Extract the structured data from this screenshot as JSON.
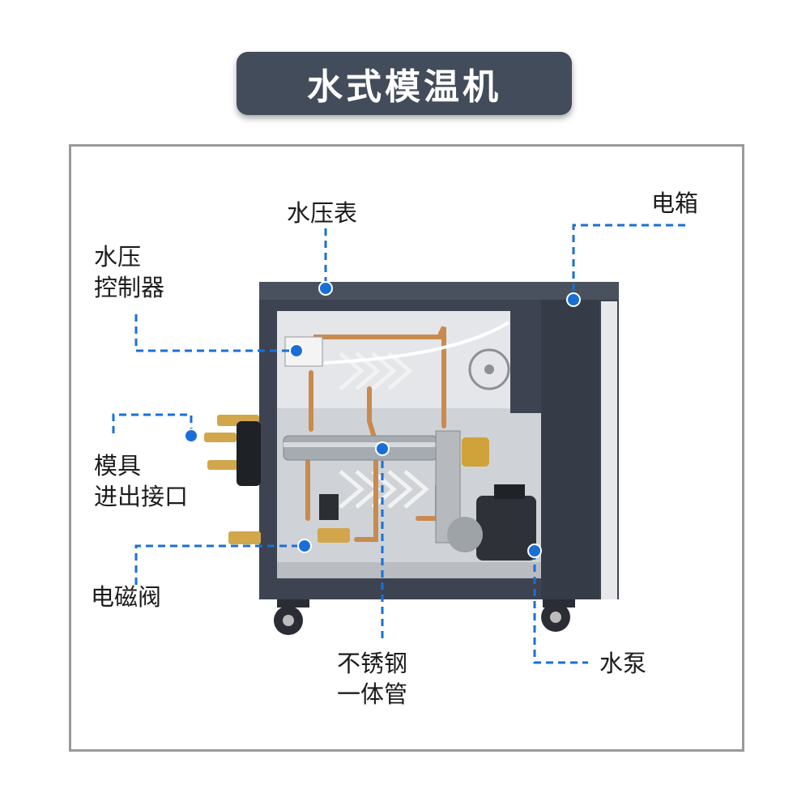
{
  "title": "水式模温机",
  "labels": {
    "pressure_gauge": "水压表",
    "electric_box": "电箱",
    "pressure_controller_line1": "水压",
    "pressure_controller_line2": "控制器",
    "mold_ports_line1": "模具",
    "mold_ports_line2": "进出接口",
    "solenoid_valve": "电磁阀",
    "stainless_pipe_line1": "不锈钢",
    "stainless_pipe_line2": "一体管",
    "water_pump": "水泵"
  },
  "colors": {
    "title_bg": "#434c5a",
    "callout": "#1a6fd6",
    "cabinet": "#3d4350",
    "frame": "#9a9a9a"
  }
}
